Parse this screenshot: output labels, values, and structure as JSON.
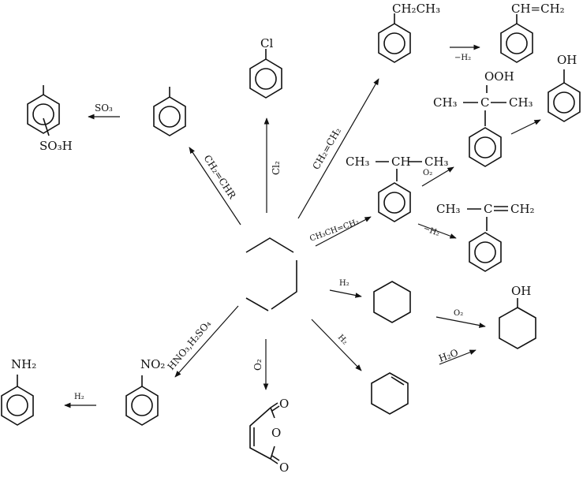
{
  "center": {
    "name": "benzene"
  },
  "reagents": {
    "cl2": "Cl₂",
    "ethylene": "CH₂=CH₂",
    "alkene": "CH₂=CHR",
    "propene": "CH₃CH=CH₂",
    "h2_ring": "H₂",
    "h2_partial": "H₂",
    "nitration": "HNO₃,H₂SO₄",
    "o2_maleic": "O₂",
    "so3": "SO₃",
    "h2_aniline": "H₂",
    "minus_h2_styrene": "−H₂",
    "o2_cumene": "O₂",
    "minus_h2_ams": "−H₂",
    "o2_cyclohexane": "O₂",
    "h2o": "H₂O"
  },
  "products": {
    "chlorobenzene": {
      "sub": "Cl"
    },
    "ethylbenzene": {
      "sub": "CH₂CH₃"
    },
    "styrene": {
      "sub": "CH=CH₂"
    },
    "phenol": {
      "sub": "OH"
    },
    "hydroperoxide": {
      "top": "OOH",
      "left": "CH₃",
      "center": "C",
      "right": "CH₃"
    },
    "cumene": {
      "left": "CH₃",
      "mid": "CH",
      "right": "CH₃"
    },
    "methylstyrene": {
      "left": "CH₃",
      "mid": "C",
      "right": "CH₂"
    },
    "sulfonic": {
      "sub": "SO₃H"
    },
    "aniline": {
      "sub": "NH₂"
    },
    "nitrobenzene": {
      "sub": "NO₂"
    },
    "cyclohexanol": {
      "sub": "OH"
    },
    "maleic": {
      "o_top": "O",
      "o_ring": "O",
      "o_bottom": "O"
    }
  }
}
